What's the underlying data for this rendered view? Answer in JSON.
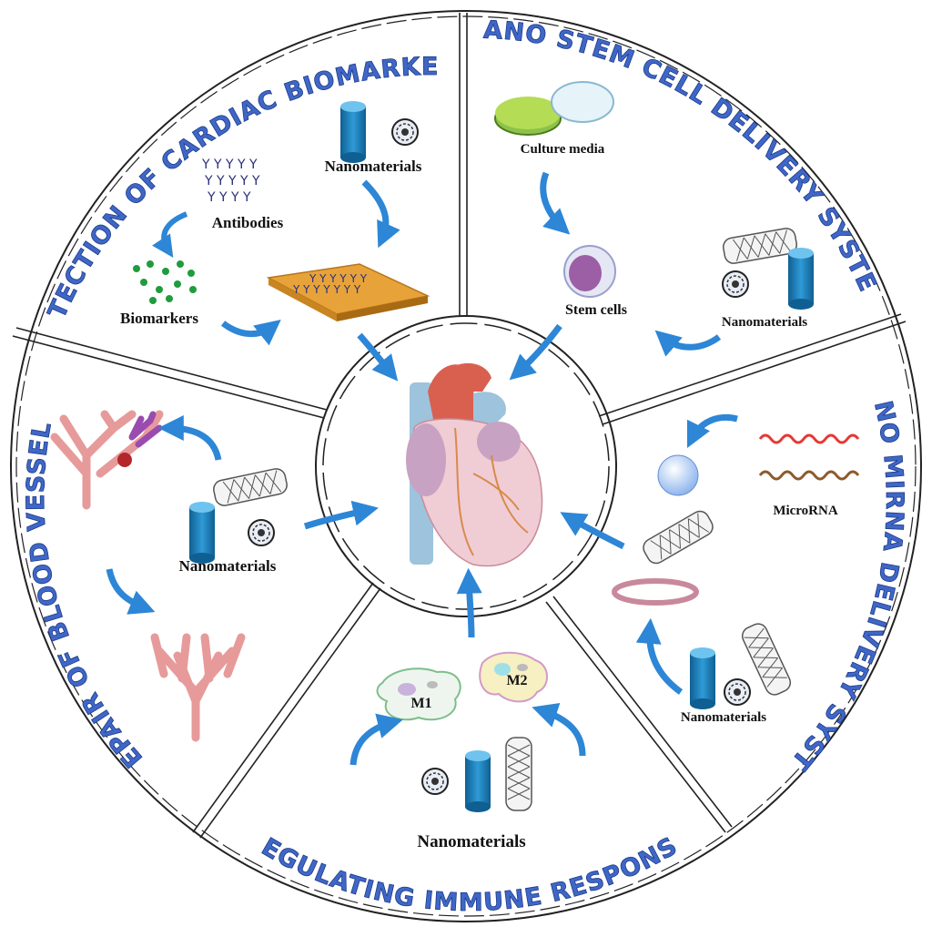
{
  "sections": {
    "biomarkers": "DETECTION OF CARDIAC BIOMARKERS",
    "stem_cell": "NANO STEM CELL  DELIVERY SYSTEM",
    "mirna": "NANO MIRNA DELIVERY SYSTEM",
    "immune": "REGULATING IMMUNE RESPONSE",
    "vessels": "REPAIR OF BLOOD VESSELS"
  },
  "labels": {
    "nano_biomarkers": "Nanomaterials",
    "antibodies": "Antibodies",
    "biomarkers": "Biomarkers",
    "culture_media": "Culture media",
    "stem_cells": "Stem cells",
    "nano_stem": "Nanomaterials",
    "microrna": "MicroRNA",
    "nano_mirna": "Nanomaterials",
    "m1": "M1",
    "m2": "M2",
    "nano_immune": "Nanomaterials",
    "nano_vessels": "Nanomaterials"
  },
  "colors": {
    "title_blue": "#3f67c7",
    "arrow_blue": "#2d86d6",
    "cylinder_blue": "#1f7fb8",
    "heart_red": "#d9534f",
    "vessel_pink": "#e79a9a"
  }
}
